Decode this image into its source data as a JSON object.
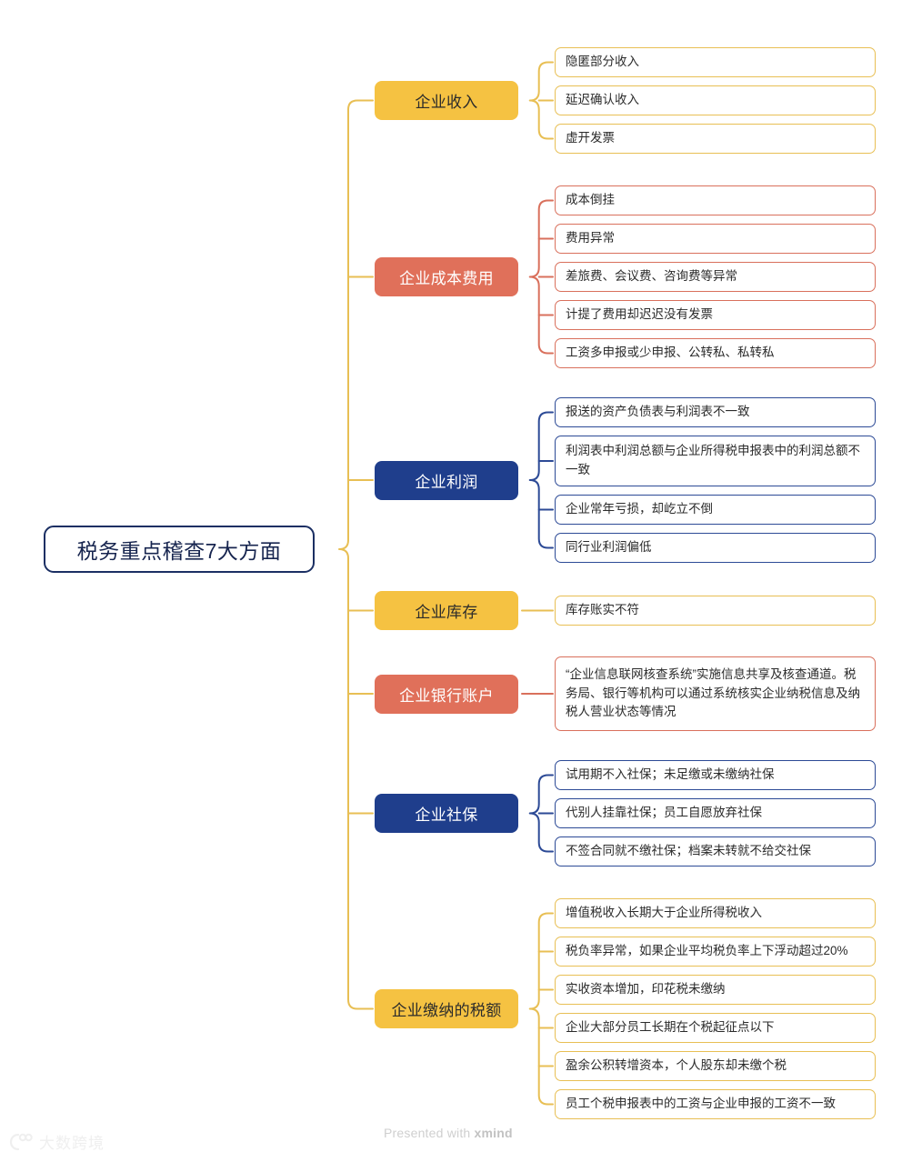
{
  "root": {
    "label": "税务重点稽查7大方面"
  },
  "theme": {
    "amber": "#f5c242",
    "amber_border": "#e8bf54",
    "salmon": "#e0705a",
    "salmon_border": "#d9705c",
    "navy": "#1f3e8c",
    "navy_border": "#2c4a96",
    "root_border": "#1b2f63",
    "background": "#ffffff"
  },
  "branches": [
    {
      "label": "企业收入",
      "color": "amber",
      "children": [
        "隐匿部分收入",
        "延迟确认收入",
        "虚开发票"
      ]
    },
    {
      "label": "企业成本费用",
      "color": "salmon",
      "children": [
        "成本倒挂",
        "费用异常",
        "差旅费、会议费、咨询费等异常",
        "计提了费用却迟迟没有发票",
        "工资多申报或少申报、公转私、私转私"
      ]
    },
    {
      "label": "企业利润",
      "color": "navy",
      "children": [
        "报送的资产负债表与利润表不一致",
        "利润表中利润总额与企业所得税申报表中的利润总额不一致",
        "企业常年亏损，却屹立不倒",
        "同行业利润偏低"
      ]
    },
    {
      "label": "企业库存",
      "color": "amber",
      "children": [
        "库存账实不符"
      ]
    },
    {
      "label": "企业银行账户",
      "color": "salmon",
      "children": [
        "“企业信息联网核查系统”实施信息共享及核查通道。税务局、银行等机构可以通过系统核实企业纳税信息及纳税人营业状态等情况"
      ]
    },
    {
      "label": "企业社保",
      "color": "navy",
      "children": [
        "试用期不入社保；未足缴或未缴纳社保",
        "代别人挂靠社保；员工自愿放弃社保",
        "不签合同就不缴社保；档案未转就不给交社保"
      ]
    },
    {
      "label": "企业缴纳的税额",
      "color": "amber",
      "children": [
        "增值税收入长期大于企业所得税收入",
        "税负率异常，如果企业平均税负率上下浮动超过20%",
        "实收资本增加，印花税未缴纳",
        "企业大部分员工长期在个税起征点以下",
        "盈余公积转增资本，个人股东却未缴个税",
        "员工个税申报表中的工资与企业申报的工资不一致"
      ]
    }
  ],
  "footer": {
    "credit_prefix": "Presented with ",
    "credit_app": "xmind",
    "watermark_text": "大数跨境"
  }
}
